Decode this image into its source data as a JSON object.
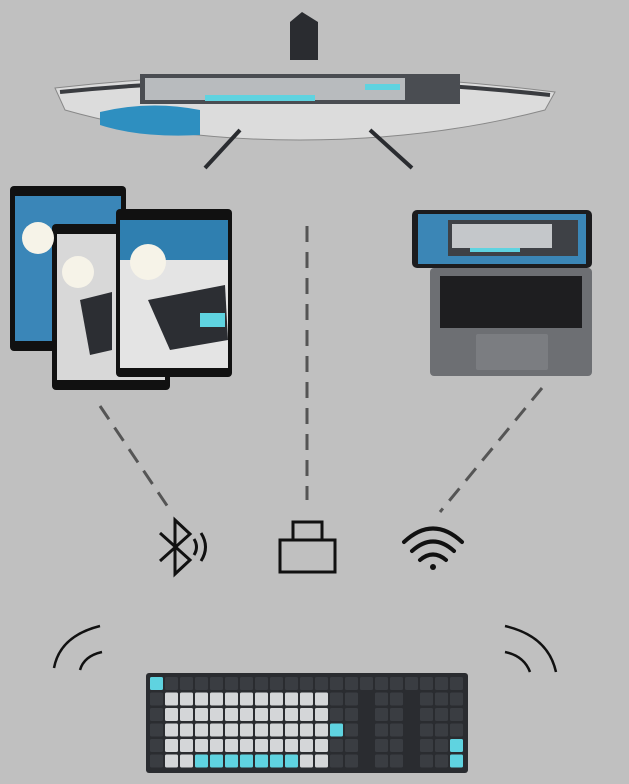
{
  "colors": {
    "background": "#c0c0c0",
    "accent_cyan": "#5fd3e0",
    "key_dark": "#3a3d42",
    "key_light": "#d4d6d8",
    "line": "#555555",
    "icon": "#111111"
  },
  "devices": [
    {
      "name": "monitor"
    },
    {
      "name": "tablets"
    },
    {
      "name": "laptop"
    },
    {
      "name": "keyboard"
    }
  ],
  "connections": [
    {
      "icon": "bluetooth-icon",
      "from": "tablets"
    },
    {
      "icon": "usb-receiver-icon",
      "from": "monitor"
    },
    {
      "icon": "wifi-icon",
      "from": "laptop"
    }
  ]
}
